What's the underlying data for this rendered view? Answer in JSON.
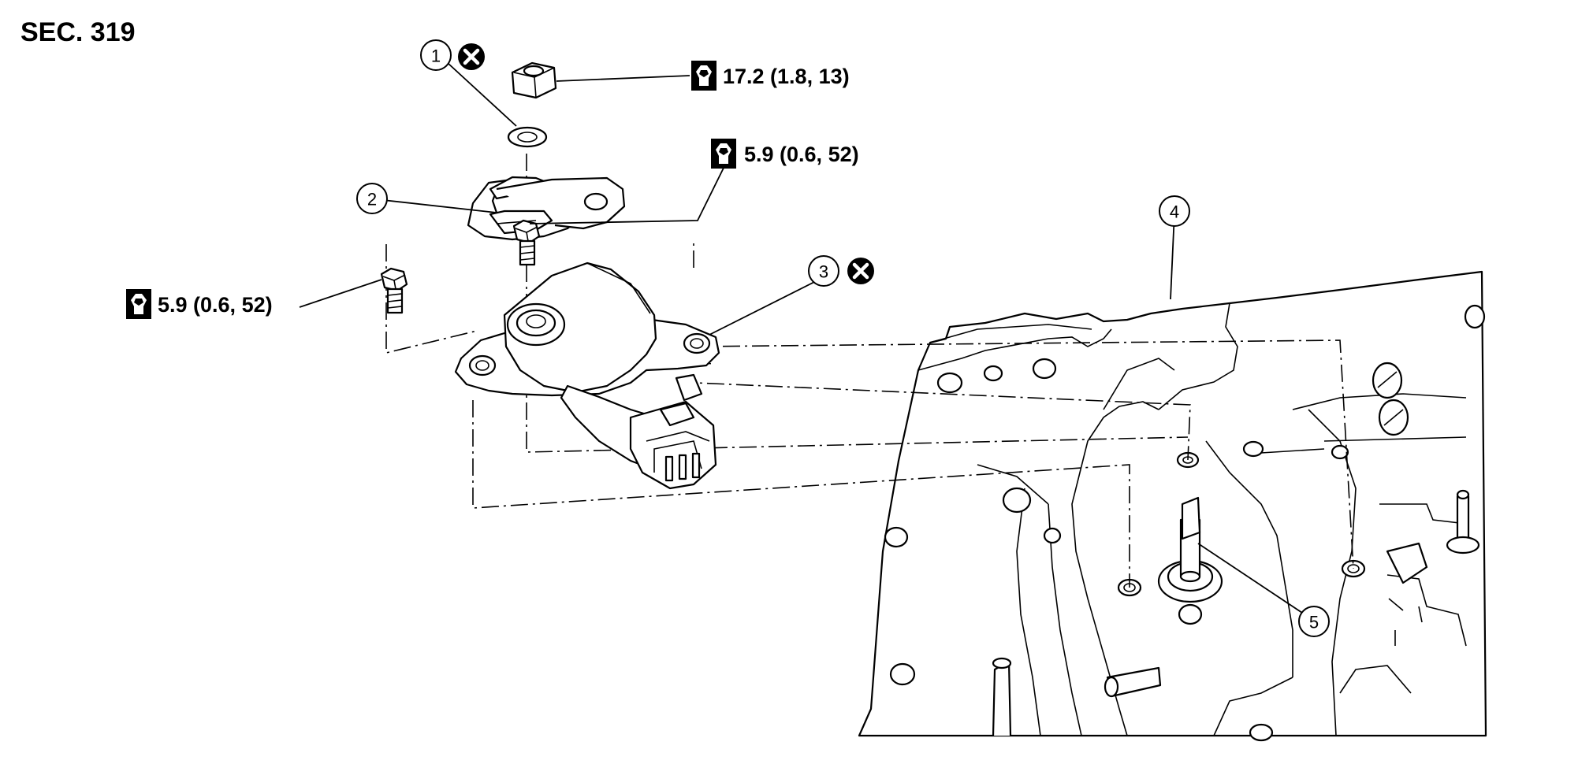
{
  "section_label": "SEC. 319",
  "torques": {
    "nut": "17.2 (1.8, 13)",
    "sensor_bolt_right": "5.9 (0.6, 52)",
    "sensor_bolt_left": "5.9 (0.6, 52)"
  },
  "callouts": [
    "1",
    "2",
    "3",
    "4",
    "5"
  ],
  "icons": {
    "torque": "torque-wrench-icon",
    "do_not_reuse": "do-not-reuse-icon"
  }
}
